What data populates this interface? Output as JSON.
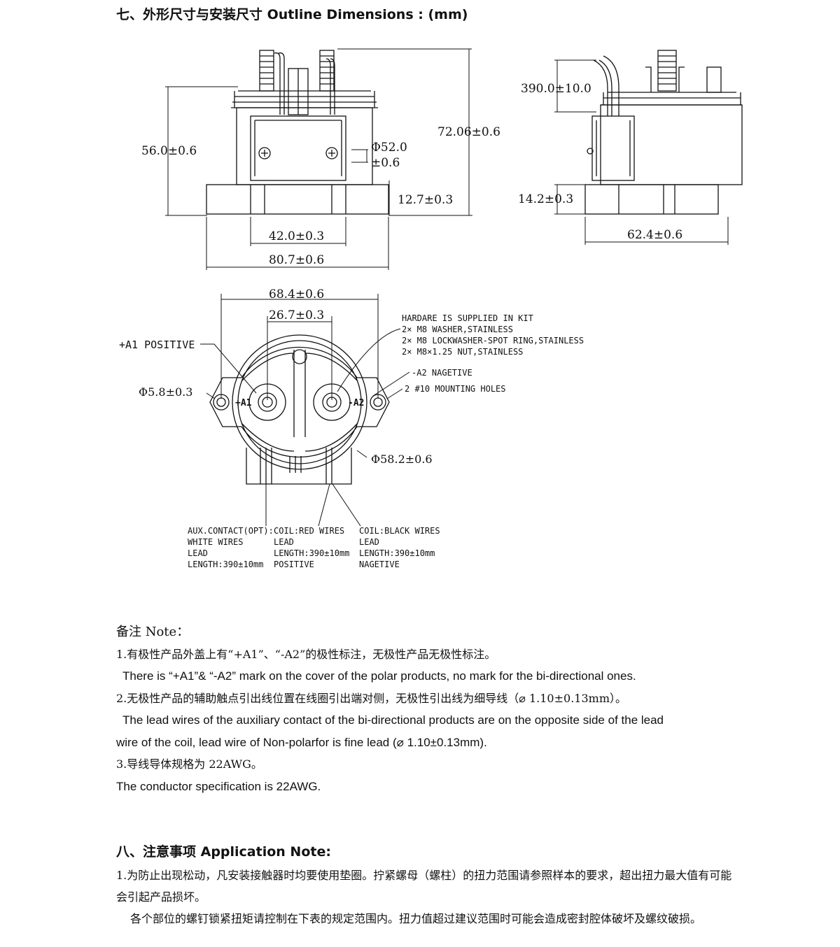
{
  "section7": {
    "title": "七、外形尺寸与安装尺寸 Outline Dimensions : (mm)"
  },
  "front_view": {
    "height": "56.0±0.6",
    "total_height": "72.06±0.6",
    "diameter_line1": "Φ52.0",
    "diameter_line2": "±0.6",
    "flange": "12.7±0.3",
    "hole_spacing": "42.0±0.3",
    "width": "80.7±0.6"
  },
  "side_view": {
    "lead_length": "390.0±10.0",
    "flange": "14.2±0.3",
    "depth": "62.4±0.6"
  },
  "top_view": {
    "width": "68.4±0.6",
    "terminal_spacing": "26.7±0.3",
    "positive_label": "+A1 POSITIVE",
    "hole_diameter": "Φ5.8±0.3",
    "body_diameter": "Φ58.2±0.6",
    "terminal_a1": "+A1",
    "terminal_a2": "-A2",
    "hardware": [
      "HARDARE IS SUPPLIED IN KIT",
      "2× M8 WASHER,STAINLESS",
      "2× M8 LOCKWASHER-SPOT RING,STAINLESS",
      "2× M8×1.25 NUT,STAINLESS"
    ],
    "negative_label": "-A2 NAGETIVE",
    "mounting_holes": "2 #10 MOUNTING HOLES",
    "aux_contact": [
      "AUX.CONTACT(OPT):",
      "WHITE WIRES",
      "LEAD",
      "LENGTH:390±10mm"
    ],
    "coil_red": [
      "COIL:RED WIRES",
      "LEAD",
      "LENGTH:390±10mm",
      "POSITIVE"
    ],
    "coil_black": [
      "COIL:BLACK WIRES",
      "LEAD",
      "LENGTH:390±10mm",
      "NAGETIVE"
    ]
  },
  "notes": {
    "title": "备注 Note：",
    "n1_zh": "1.有极性产品外盖上有“+A1”、“-A2”的极性标注，无极性产品无极性标注。",
    "n1_en": "There is “+A1”& “-A2” mark on the cover of the polar products, no mark for the bi-directional ones.",
    "n2_zh": "2.无极性产品的辅助触点引出线位置在线圈引出端对侧，无极性引出线为细导线（⌀ 1.10±0.13mm）。",
    "n2_en_a": "The lead wires of the auxiliary contact of the bi-directional products are on the opposite side of the lead",
    "n2_en_b": "wire of the coil, lead wire of Non-polarfor is fine lead (⌀ 1.10±0.13mm).",
    "n3_zh": "3.导线导体规格为 22AWG。",
    "n3_en": "The conductor specification is 22AWG."
  },
  "section8": {
    "title": "八、注意事项 Application Note:",
    "p1": "1.为防止出现松动，凡安装接触器时均要使用垫圈。拧紧螺母（螺柱）的扭力范围请参照样本的要求，超出扭力最大值有可能会引起产品损坏。",
    "p2": "各个部位的螺钉锁紧扭矩请控制在下表的规定范围内。扭力值超过建议范围时可能会造成密封腔体破坏及螺纹破损。"
  }
}
